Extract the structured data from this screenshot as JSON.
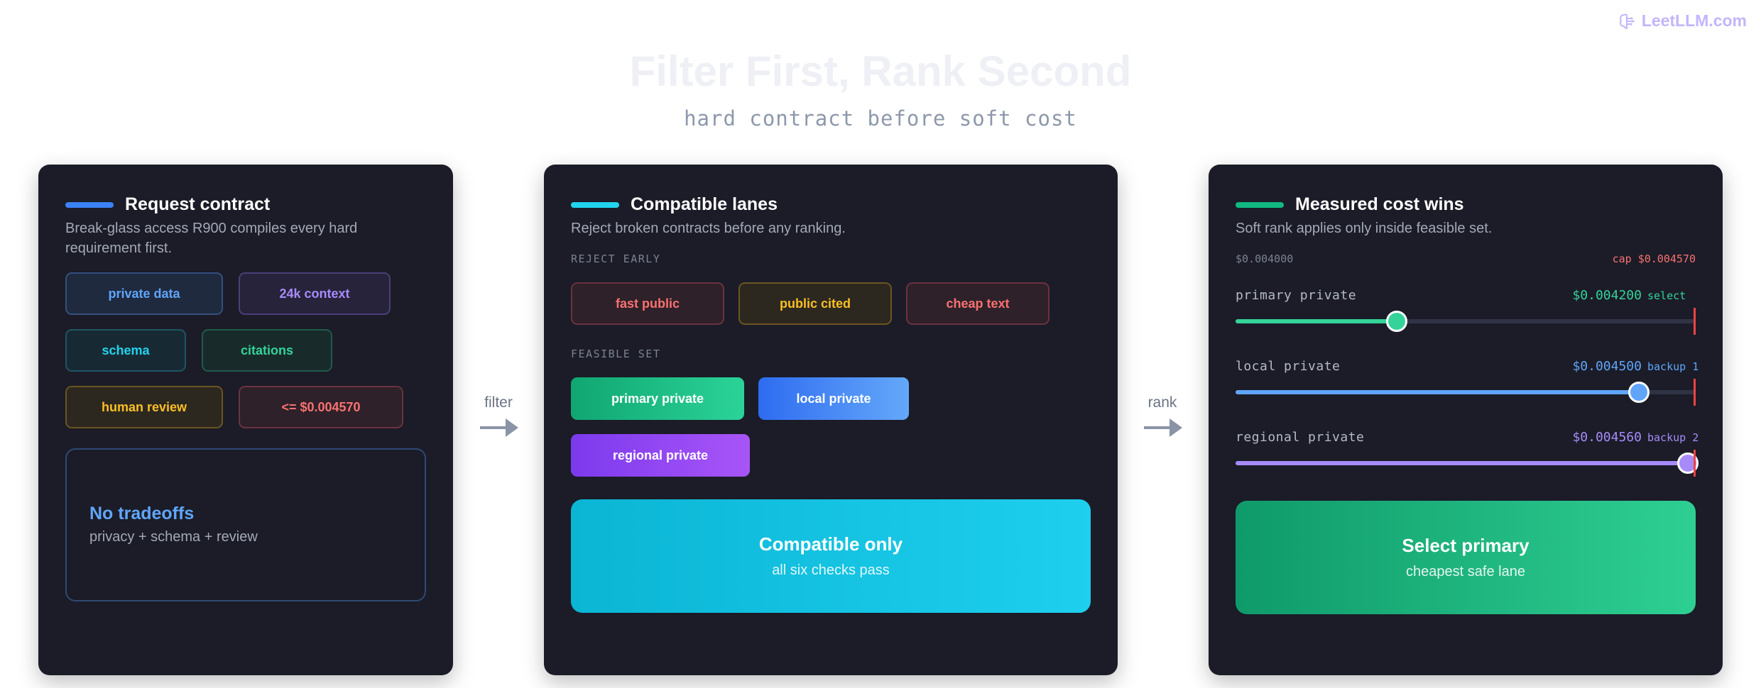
{
  "brand": {
    "text": "LeetLLM.com",
    "icon": "brain-icon"
  },
  "title": "Filter First, Rank Second",
  "subtitle": "hard contract before soft cost",
  "colors": {
    "accent_blue": "#3b82f6",
    "accent_cyan": "#22d3ee",
    "accent_green": "#10b981",
    "cap_red": "#ef4444"
  },
  "request": {
    "title": "Request contract",
    "description": "Break-glass access R900 compiles every hard requirement first.",
    "chips": [
      {
        "label": "private data",
        "tone": "blue"
      },
      {
        "label": "24k context",
        "tone": "purple"
      },
      {
        "label": "schema",
        "tone": "cyan"
      },
      {
        "label": "citations",
        "tone": "green"
      },
      {
        "label": "human review",
        "tone": "amber"
      },
      {
        "label": "<= $0.004570",
        "tone": "red"
      }
    ],
    "tradeoff_title": "No tradeoffs",
    "tradeoff_sub": "privacy + schema + review"
  },
  "arrows": {
    "filter": "filter",
    "rank": "rank"
  },
  "compatible": {
    "title": "Compatible lanes",
    "description": "Reject broken contracts before any ranking.",
    "reject_label": "REJECT EARLY",
    "rejected": [
      "fast public",
      "public cited",
      "cheap text"
    ],
    "feasible_label": "FEASIBLE SET",
    "feasible": [
      "primary private",
      "local private",
      "regional private"
    ],
    "result_title": "Compatible only",
    "result_sub": "all six checks pass"
  },
  "ranking": {
    "title": "Measured cost wins",
    "description": "Soft rank applies only inside feasible set.",
    "scale_min": "$0.004000",
    "scale_cap": "cap $0.004570",
    "scale_min_value": 0.004,
    "scale_cap_value": 0.00457,
    "rows": [
      {
        "name": "primary private",
        "value": "$0.004200",
        "value_num": 0.0042,
        "tag": "select",
        "color": "#34d399"
      },
      {
        "name": "local private",
        "value": "$0.004500",
        "value_num": 0.0045,
        "tag": "backup 1",
        "color": "#60a5fa"
      },
      {
        "name": "regional private",
        "value": "$0.004560",
        "value_num": 0.00456,
        "tag": "backup 2",
        "color": "#a78bfa"
      }
    ],
    "result_title": "Select primary",
    "result_sub": "cheapest safe lane"
  }
}
